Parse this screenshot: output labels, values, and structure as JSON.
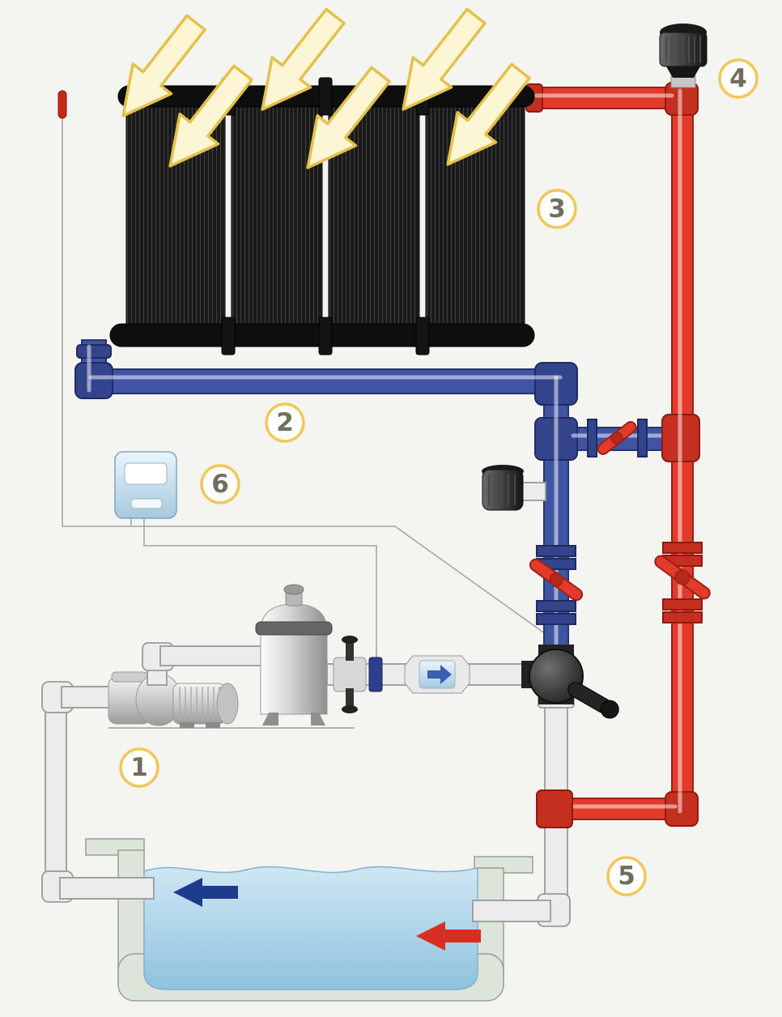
{
  "diagram": {
    "name": "solar-pool-heating-system-schematic",
    "badges": [
      {
        "num": "1",
        "label": "pump-and-filter-unit"
      },
      {
        "num": "2",
        "label": "collector-supply-pipe"
      },
      {
        "num": "3",
        "label": "solar-collector-array"
      },
      {
        "num": "4",
        "label": "vacuum-relief-valve"
      },
      {
        "num": "5",
        "label": "heated-water-return"
      },
      {
        "num": "6",
        "label": "system-controller"
      }
    ]
  },
  "colors": {
    "background": "#f4f4f1",
    "hot_pipe": "#e23b2b",
    "hot_fitting": "#c42f1f",
    "cold_pipe": "#4054a4",
    "cold_fitting": "#33448c",
    "neutral_pipe": "#ececec",
    "panel_dark": "#181818",
    "sun_fill": "#fcf6d4",
    "sun_stroke": "#e4c14a",
    "badge_ring": "#f2c75a",
    "badge_num": "#6f6f5f",
    "pool_wall": "#dde4da",
    "water_top": "#cfe7f4",
    "water_bottom": "#8fc2de",
    "arrow_blue": "#1e3c8c",
    "arrow_red": "#d92f22"
  }
}
